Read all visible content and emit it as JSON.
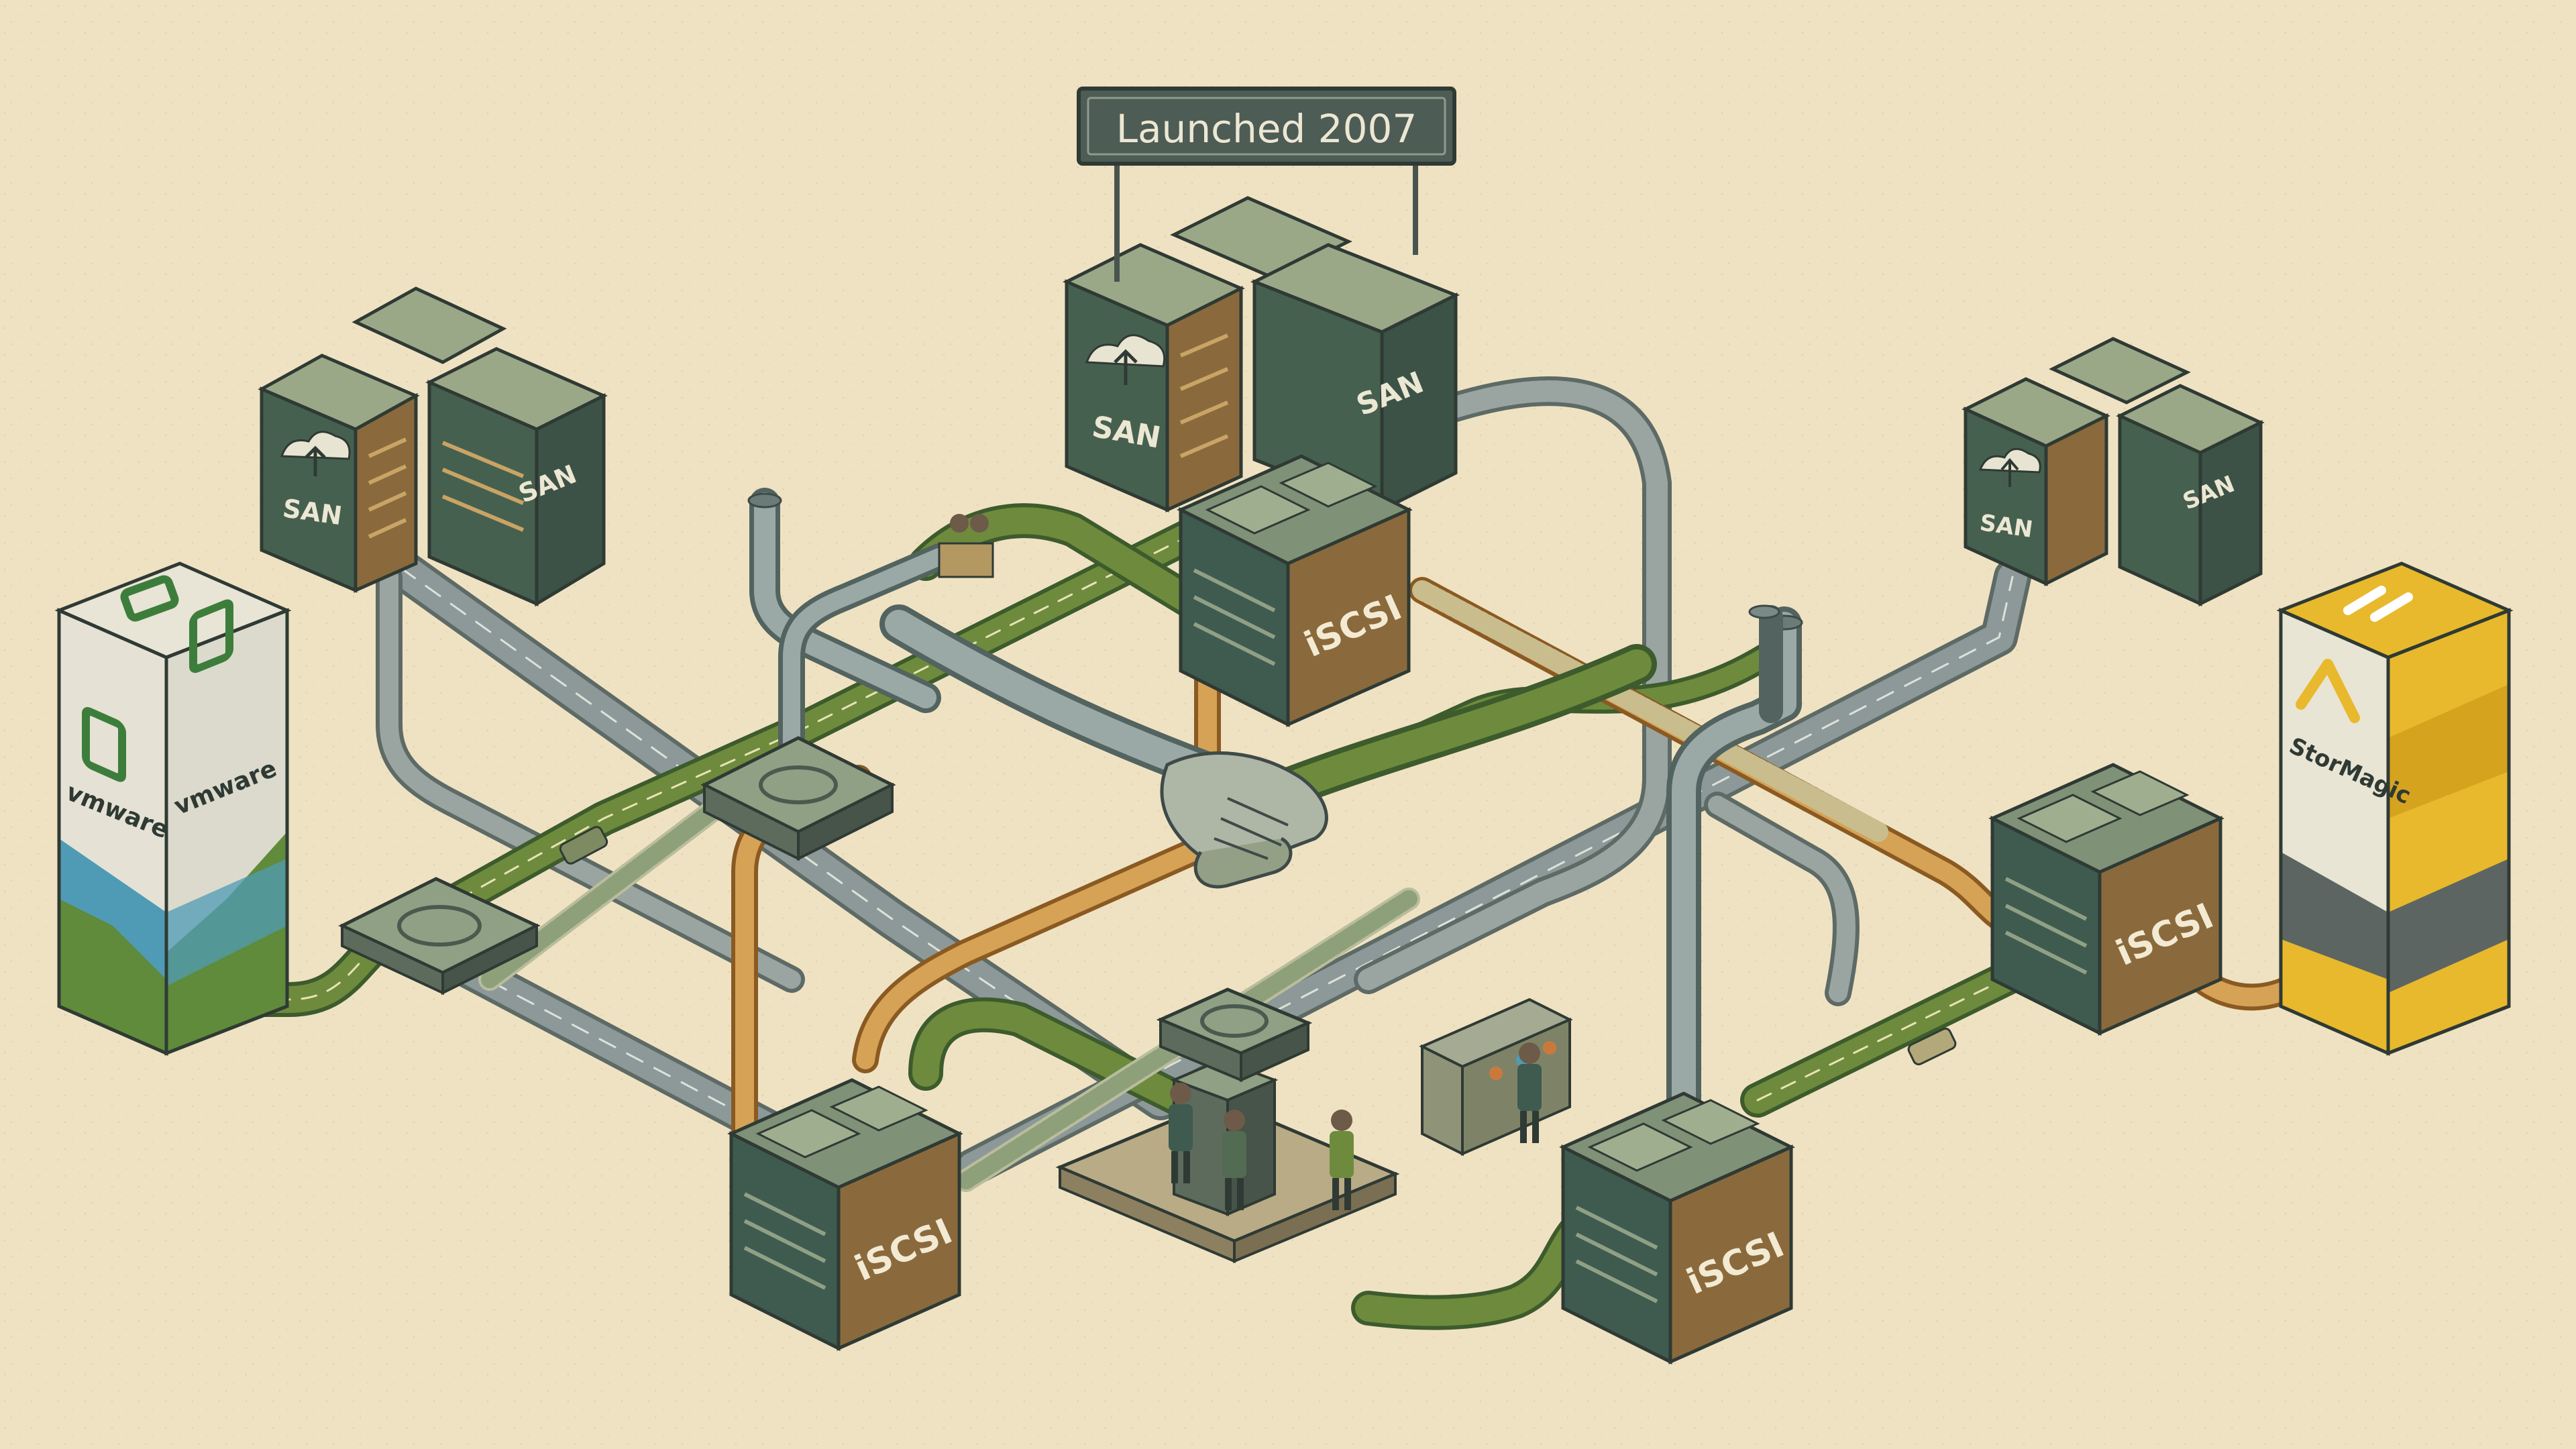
{
  "banner": {
    "text": "Launched 2007"
  },
  "labels": {
    "san": "SAN",
    "iscsi": "iSCSI",
    "vmware": "vmware",
    "stormagic": "StorMagic"
  },
  "colors": {
    "paper": "#efe2c2",
    "road_gray": "#7f8c8d",
    "road_green": "#6e8b3d",
    "road_orange": "#d6a256",
    "server_dark": "#3f5a4f",
    "server_top": "#8c9c7b",
    "accent_orange": "#c98a3c",
    "vmware_green": "#5f8b3a",
    "vmware_blue": "#4f9bb5",
    "stormagic_yellow": "#e8b92c",
    "stormagic_gray": "#5d6562"
  },
  "icons": [
    "cloud-upload-icon",
    "handshake-icon",
    "sync-icon",
    "car-icon",
    "person-icon"
  ]
}
